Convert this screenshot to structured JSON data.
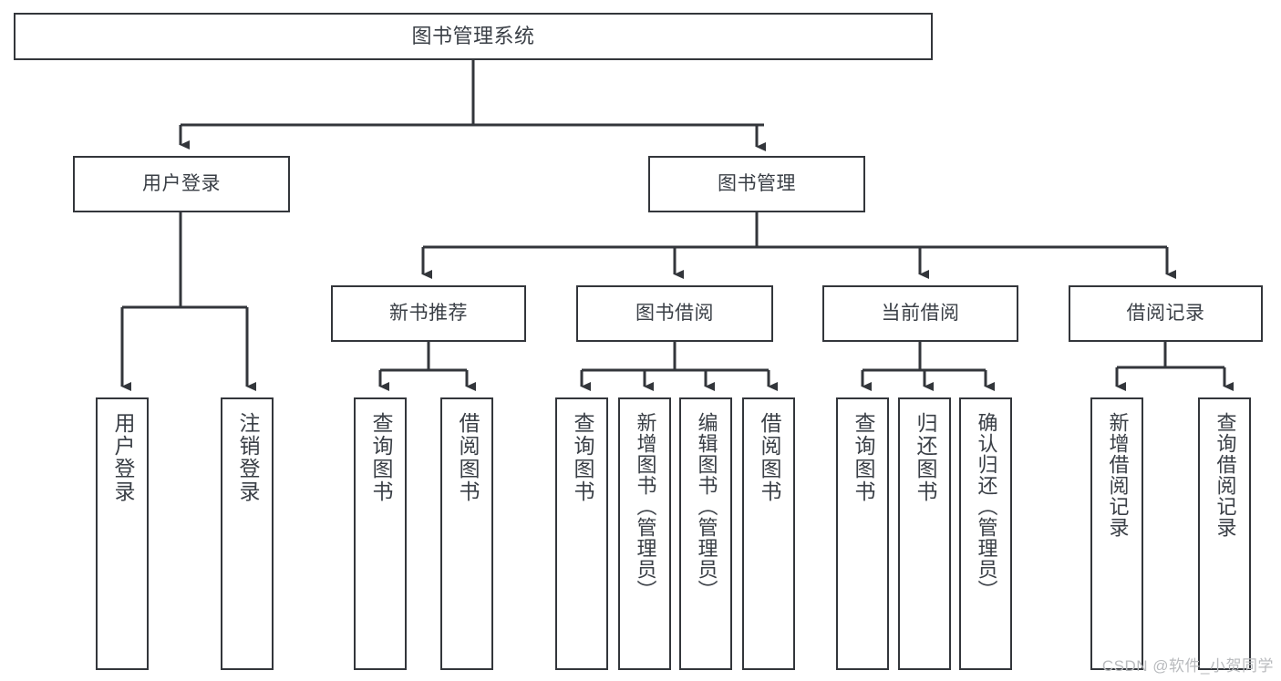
{
  "diagram": {
    "title": "图书管理系统",
    "watermark": "CSDN @软件_小贺同学",
    "line_color": "#33363b",
    "text_color": "#3a3f46",
    "background": "#ffffff",
    "type": "tree-hierarchy-functional-decomposition"
  },
  "nodes": {
    "root": {
      "label": "图书管理系统"
    },
    "level1": [
      {
        "label": "用户登录"
      },
      {
        "label": "图书管理"
      }
    ],
    "level2": [
      {
        "label": "新书推荐"
      },
      {
        "label": "图书借阅"
      },
      {
        "label": "当前借阅"
      },
      {
        "label": "借阅记录"
      }
    ],
    "leaves_user_login": [
      {
        "label": "用户登录"
      },
      {
        "label": "注销登录"
      }
    ],
    "leaves_new_book": [
      {
        "label": "查询图书"
      },
      {
        "label": "借阅图书"
      }
    ],
    "leaves_borrow": [
      {
        "label": "查询图书"
      },
      {
        "label": "新增图书（管理员）"
      },
      {
        "label": "编辑图书（管理员）"
      },
      {
        "label": "借阅图书"
      }
    ],
    "leaves_current": [
      {
        "label": "查询图书"
      },
      {
        "label": "归还图书"
      },
      {
        "label": "确认归还（管理员）"
      }
    ],
    "leaves_records": [
      {
        "label": "新增借阅记录"
      },
      {
        "label": "查询借阅记录"
      }
    ]
  }
}
